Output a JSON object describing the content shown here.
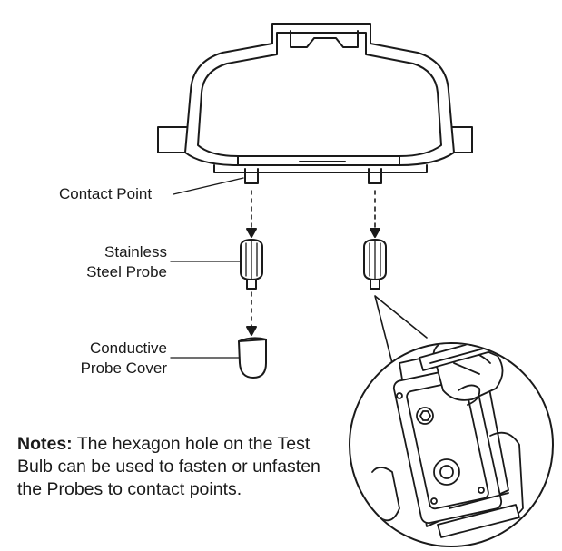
{
  "labels": {
    "contact_point": "Contact Point",
    "probe_line1": "Stainless",
    "probe_line2": "Steel Probe",
    "cover_line1": "Conductive",
    "cover_line2": "Probe Cover"
  },
  "notes": {
    "heading": "Notes:",
    "body": " The hexagon hole on the Test Bulb can be used to fasten or unfasten the Probes to contact points."
  },
  "icons": [
    "collar-receiver-icon",
    "probe-icon",
    "probe-cover-icon",
    "test-bulb-icon"
  ]
}
